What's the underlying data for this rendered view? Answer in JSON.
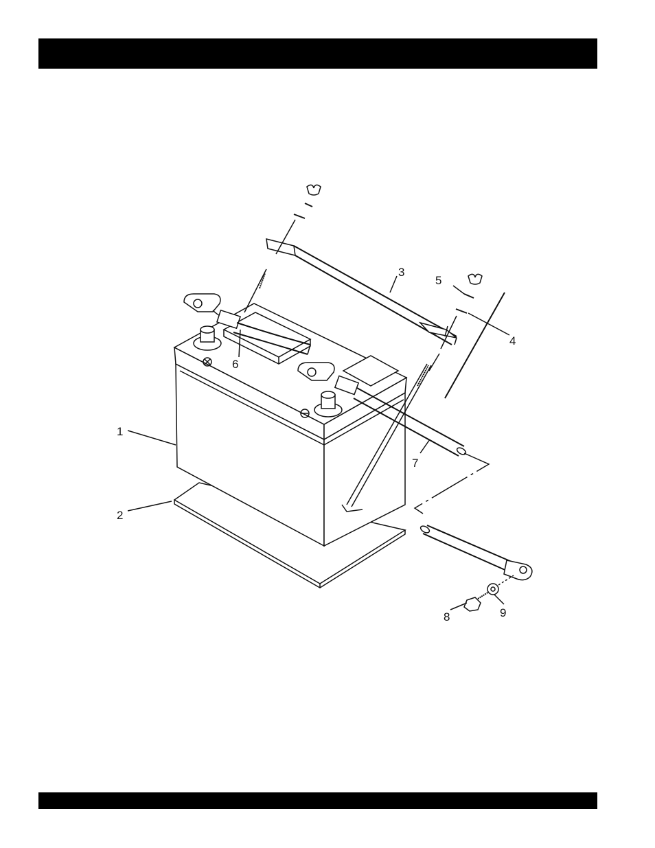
{
  "header_bar": {
    "color": "#000000"
  },
  "footer_bar": {
    "color": "#000000"
  },
  "figure": {
    "callouts": {
      "battery": "1",
      "battery_pad": "2",
      "hold_down_bracket": "3",
      "washer": "4",
      "pin": "5",
      "positive_cable": "6",
      "ground_cable": "7",
      "bolt": "8",
      "lock_washer": "9"
    }
  }
}
